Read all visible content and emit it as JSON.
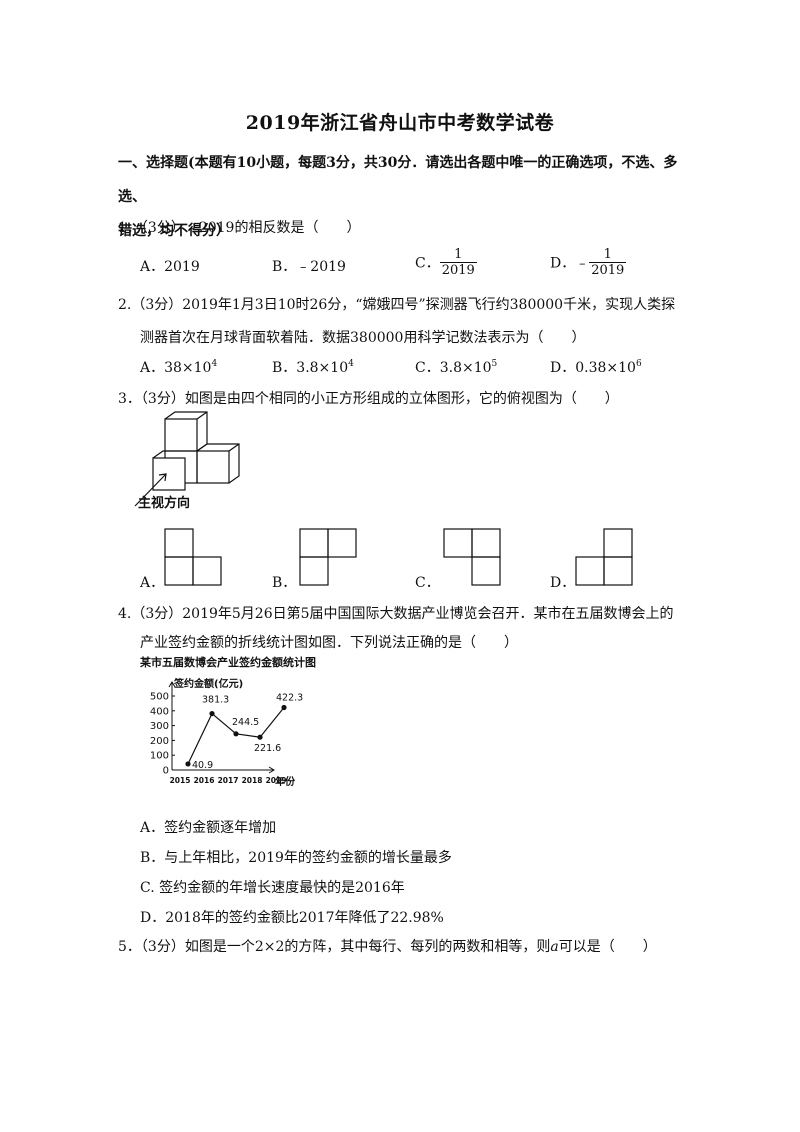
{
  "title": "2019年浙江省舟山市中考数学试卷",
  "section": {
    "heading_line1": "一、选择题(本题有10小题，每题3分，共30分．请选出各题中唯一的正确选项，不选、多选、",
    "heading_line2": "错选，均不得分）"
  },
  "q1": {
    "stem": "1．（3分）﹣2019的相反数是（　　）",
    "A": "A．2019",
    "B": "B．﹣2019",
    "C_label": "C．",
    "C_num": "1",
    "C_den": "2019",
    "D_label": "D．﹣",
    "D_num": "1",
    "D_den": "2019"
  },
  "q2": {
    "line1": "2.（3分）2019年1月3日10时26分，“嫦娥四号”探测器飞行约380000千米，实现人类探",
    "line2": "测器首次在月球背面软着陆．数据380000用科学记数法表示为（　　）",
    "A_base": "A．38×10",
    "A_exp": "4",
    "B_base": "B．3.8×10",
    "B_exp": "4",
    "C_base": "C．3.8×10",
    "C_exp": "5",
    "D_base": "D．0.38×10",
    "D_exp": "6"
  },
  "q3": {
    "stem": "3．（3分）如图是由四个相同的小正方形组成的立体图形，它的俯视图为（　　）",
    "view_label": "主视方向",
    "A": "A．",
    "B": "B．",
    "C": "C．",
    "D": "D．"
  },
  "q4": {
    "line1": "4.（3分）2019年5月26日第5届中国国际大数据产业博览会召开．某市在五届数博会上的",
    "line2": "产业签约金额的折线统计图如图．下列说法正确的是（　　）",
    "A": "A．签约金额逐年增加",
    "B": "B．与上年相比，2019年的签约金额的增长量最多",
    "C": "C. 签约金额的年增长速度最快的是2016年",
    "D": "D．2018年的签约金额比2017年降低了22.98%"
  },
  "chart_data": {
    "type": "line",
    "title": "某市五届数博会产业签约金额统计图",
    "ylabel": "签约金额(亿元)",
    "xlabel": "年份",
    "x": [
      "2015",
      "2016",
      "2017",
      "2018",
      "2019"
    ],
    "values": [
      40.9,
      381.3,
      244.5,
      221.6,
      422.3
    ],
    "value_labels": [
      "40.9",
      "381.3",
      "244.5",
      "221.6",
      "422.3"
    ],
    "yticks": [
      "0",
      "100",
      "200",
      "300",
      "400",
      "500"
    ],
    "ylim": [
      0,
      500
    ],
    "grid": false
  },
  "q5": {
    "stem_pre": "5．（3分）如图是一个2×2的方阵，其中每行、每列的两数和相等，则",
    "var": "a",
    "stem_post": "可以是（　　）"
  }
}
